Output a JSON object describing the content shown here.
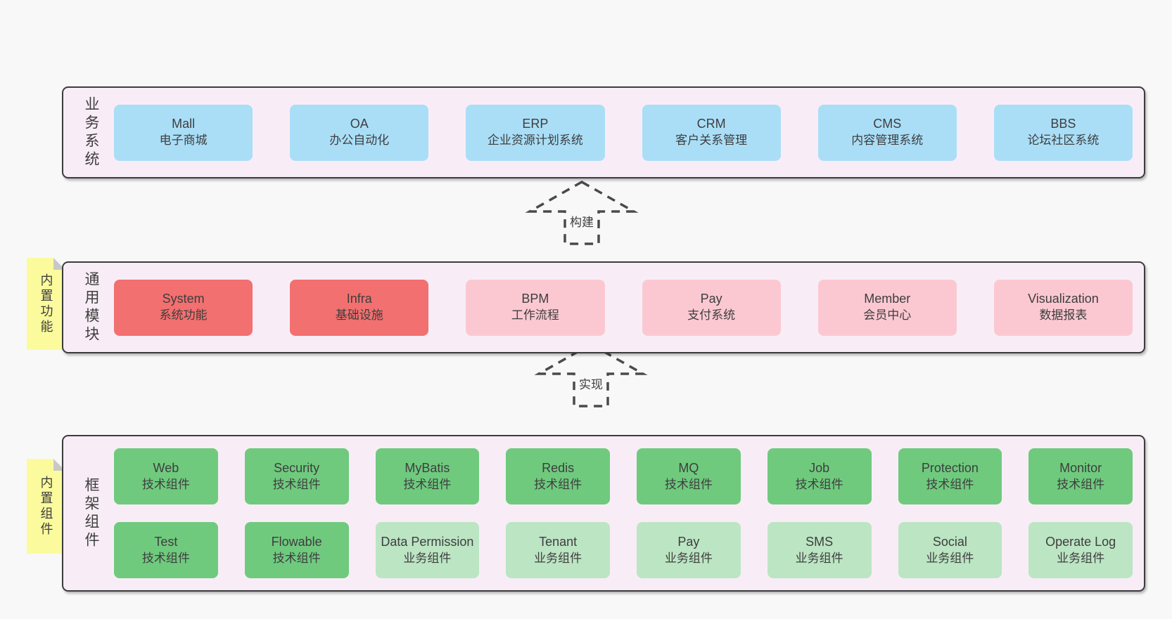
{
  "colors": {
    "page_bg": "#f8f8f8",
    "container_bg": "#f8edf6",
    "container_border": "#3c3c3c",
    "box_blue": "#aadef7",
    "box_red": "#f2706f",
    "box_pink": "#fbc8d2",
    "box_green": "#6fca7e",
    "box_green_light": "#bce5c3",
    "note_yellow": "#fbfb9d",
    "note_fold": "#c8c8c8",
    "text": "#3e3e3e",
    "arrow_stroke": "#4a4a4a"
  },
  "arrows": [
    {
      "label": "构建"
    },
    {
      "label": "实现"
    }
  ],
  "layers": [
    {
      "side_label": "业务系统",
      "boxes": [
        {
          "title": "Mall",
          "subtitle": "电子商城"
        },
        {
          "title": "OA",
          "subtitle": "办公自动化"
        },
        {
          "title": "ERP",
          "subtitle": "企业资源计划系统"
        },
        {
          "title": "CRM",
          "subtitle": "客户关系管理"
        },
        {
          "title": "CMS",
          "subtitle": "内容管理系统"
        },
        {
          "title": "BBS",
          "subtitle": "论坛社区系统"
        }
      ]
    },
    {
      "side_label": "通用模块",
      "note": "内置功能",
      "boxes": [
        {
          "title": "System",
          "subtitle": "系统功能"
        },
        {
          "title": "Infra",
          "subtitle": "基础设施"
        },
        {
          "title": "BPM",
          "subtitle": "工作流程"
        },
        {
          "title": "Pay",
          "subtitle": "支付系统"
        },
        {
          "title": "Member",
          "subtitle": "会员中心"
        },
        {
          "title": "Visualization",
          "subtitle": "数据报表"
        }
      ]
    },
    {
      "side_label": "框架组件",
      "note": "内置组件",
      "rows": [
        [
          {
            "title": "Web",
            "subtitle": "技术组件"
          },
          {
            "title": "Security",
            "subtitle": "技术组件"
          },
          {
            "title": "MyBatis",
            "subtitle": "技术组件"
          },
          {
            "title": "Redis",
            "subtitle": "技术组件"
          },
          {
            "title": "MQ",
            "subtitle": "技术组件"
          },
          {
            "title": "Job",
            "subtitle": "技术组件"
          },
          {
            "title": "Protection",
            "subtitle": "技术组件"
          },
          {
            "title": "Monitor",
            "subtitle": "技术组件"
          }
        ],
        [
          {
            "title": "Test",
            "subtitle": "技术组件"
          },
          {
            "title": "Flowable",
            "subtitle": "技术组件"
          },
          {
            "title": "Data Permission",
            "subtitle": "业务组件"
          },
          {
            "title": "Tenant",
            "subtitle": "业务组件"
          },
          {
            "title": "Pay",
            "subtitle": "业务组件"
          },
          {
            "title": "SMS",
            "subtitle": "业务组件"
          },
          {
            "title": "Social",
            "subtitle": "业务组件"
          },
          {
            "title": "Operate Log",
            "subtitle": "业务组件"
          }
        ]
      ]
    }
  ]
}
